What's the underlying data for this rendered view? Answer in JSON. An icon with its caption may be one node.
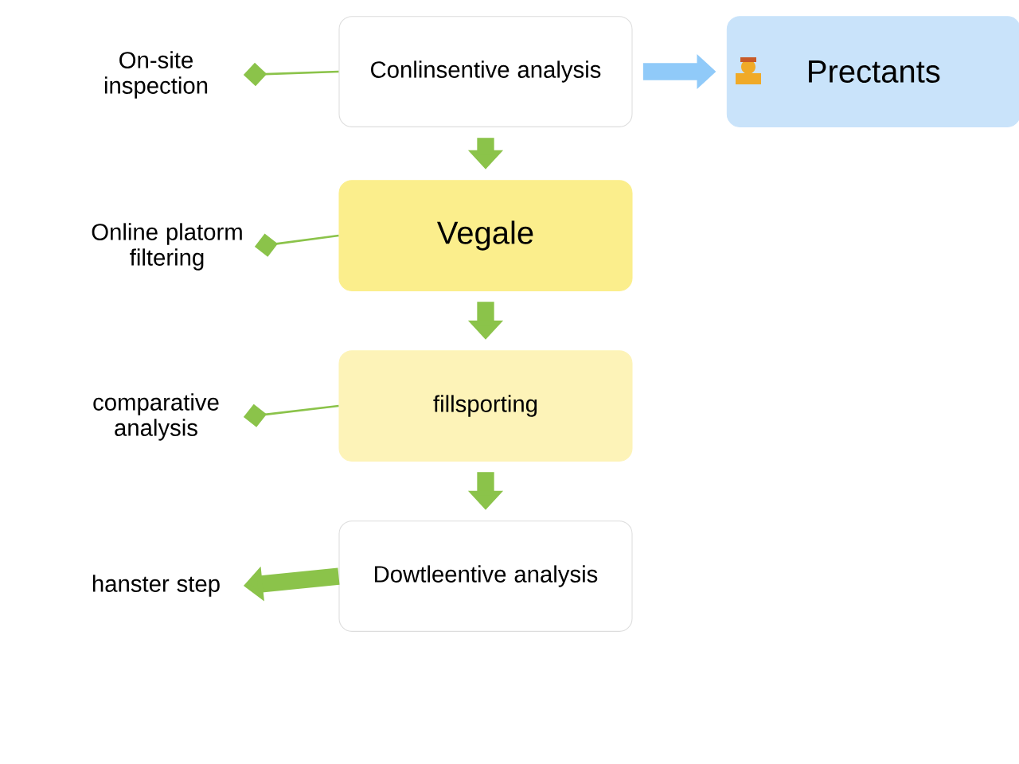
{
  "diagram": {
    "nodes": [
      {
        "text": [
          "On-site inspection"
        ]
      },
      {
        "text": [
          "Conlinsentive analysis"
        ]
      },
      {
        "text": [
          "Prectants"
        ]
      },
      {
        "text": [
          "Online platorm filtering"
        ]
      },
      {
        "text": [
          "Vegale"
        ]
      },
      {
        "text": [
          "comparative analysis"
        ]
      },
      {
        "text": [
          "fillsporting"
        ]
      },
      {
        "text": [
          "hanster step"
        ]
      },
      {
        "text": [
          "Dowtleentive analysis"
        ]
      }
    ],
    "edges": [
      {
        "from": 1,
        "to": 0,
        "arrow": "other"
      },
      {
        "from": 1,
        "to": 2,
        "arrow": "to",
        "color": "#90caf9"
      },
      {
        "from": 1,
        "to": 4,
        "arrow": "to"
      },
      {
        "from": 4,
        "to": 3,
        "arrow": "other"
      },
      {
        "from": 4,
        "to": 6,
        "arrow": "to"
      },
      {
        "from": 6,
        "to": 5,
        "arrow": "other"
      },
      {
        "from": 6,
        "to": 8,
        "arrow": "to"
      },
      {
        "from": 8,
        "to": 7,
        "arrow": "to"
      }
    ]
  }
}
